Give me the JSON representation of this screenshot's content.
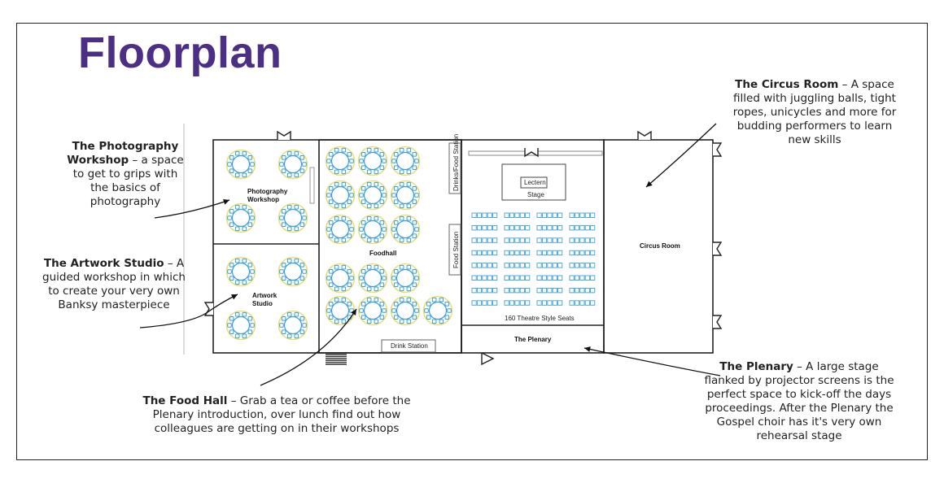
{
  "title": "Floorplan",
  "rooms": {
    "photography": "Photography\nWorkshop",
    "artwork": "Artwork\nStudio",
    "foodhall": "Foodhall",
    "drinks_food_station": "Drinks/Food Station",
    "food_station": "Food Station",
    "drink_station": "Drink Station",
    "lectern": "Lectern",
    "stage": "Stage",
    "theatre_seats": "160 Theatre Style Seats",
    "plenary": "The Plenary",
    "circus": "Circus Room"
  },
  "annotations": {
    "photography": {
      "heading": "The Photography Workshop",
      "text": " – a space to get to grips with the basics of photography"
    },
    "artwork": {
      "heading": "The Artwork Studio",
      "text": " – A guided workshop in which to create your very own Banksy masterpiece"
    },
    "foodhall": {
      "heading": "The Food Hall",
      "text": " – Grab a tea or coffee before the Plenary introduction, over lunch find out how colleagues are getting on in their workshops"
    },
    "circus": {
      "heading": "The Circus Room",
      "text": " – A space filled with juggling balls, tight ropes, unicycles and more for budding performers to learn new skills"
    },
    "plenary": {
      "heading": "The Plenary",
      "text": " – A large stage flanked by projector screens is the perfect space to kick-off the days proceedings. After the Plenary the Gospel choir has it's very own rehearsal stage"
    }
  },
  "colors": {
    "title": "#4a2f84",
    "table_ring": "#e8e07a",
    "chair": "#3aa0d8",
    "wall": "#222222"
  }
}
